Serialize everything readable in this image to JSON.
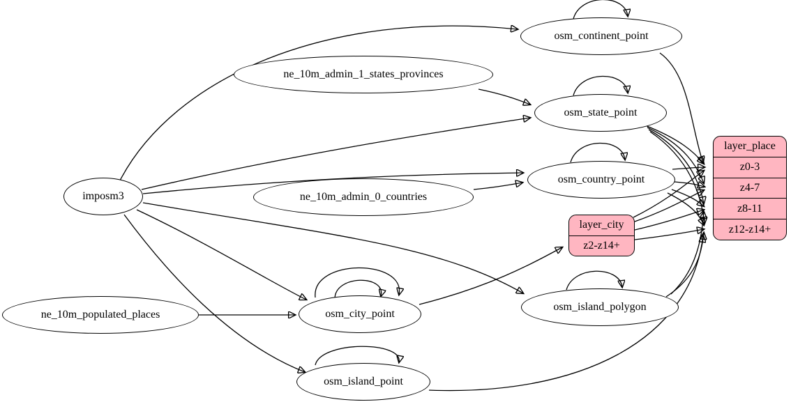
{
  "diagram": {
    "background": "#ffffff",
    "node_fill": "#ffffff",
    "node_stroke": "#000000",
    "record_fill": "#ffb6c1",
    "edge_color": "#000000"
  },
  "nodes": {
    "imposm3": {
      "label": "imposm3"
    },
    "ne_10m_admin_1_states_provinces": {
      "label": "ne_10m_admin_1_states_provinces"
    },
    "ne_10m_admin_0_countries": {
      "label": "ne_10m_admin_0_countries"
    },
    "ne_10m_populated_places": {
      "label": "ne_10m_populated_places"
    },
    "osm_continent_point": {
      "label": "osm_continent_point"
    },
    "osm_state_point": {
      "label": "osm_state_point"
    },
    "osm_country_point": {
      "label": "osm_country_point"
    },
    "osm_city_point": {
      "label": "osm_city_point"
    },
    "osm_island_polygon": {
      "label": "osm_island_polygon"
    },
    "osm_island_point": {
      "label": "osm_island_point"
    }
  },
  "records": {
    "layer_city": {
      "title": "layer_city",
      "rows": [
        "z2-z14+"
      ]
    },
    "layer_place": {
      "title": "layer_place",
      "rows": [
        "z0-3",
        "z4-7",
        "z8-11",
        "z12-z14+"
      ]
    }
  },
  "edges": [
    {
      "from": "imposm3",
      "to": "osm_continent_point"
    },
    {
      "from": "imposm3",
      "to": "osm_state_point"
    },
    {
      "from": "imposm3",
      "to": "osm_country_point"
    },
    {
      "from": "imposm3",
      "to": "osm_city_point"
    },
    {
      "from": "imposm3",
      "to": "osm_island_polygon"
    },
    {
      "from": "imposm3",
      "to": "osm_island_point"
    },
    {
      "from": "ne_10m_admin_1_states_provinces",
      "to": "osm_state_point"
    },
    {
      "from": "ne_10m_admin_0_countries",
      "to": "osm_country_point"
    },
    {
      "from": "ne_10m_populated_places",
      "to": "osm_city_point"
    },
    {
      "from": "osm_continent_point",
      "to": "osm_continent_point"
    },
    {
      "from": "osm_state_point",
      "to": "osm_state_point"
    },
    {
      "from": "osm_country_point",
      "to": "osm_country_point"
    },
    {
      "from": "osm_city_point",
      "to": "osm_city_point"
    },
    {
      "from": "osm_city_point",
      "to": "osm_city_point"
    },
    {
      "from": "osm_island_polygon",
      "to": "osm_island_polygon"
    },
    {
      "from": "osm_island_point",
      "to": "osm_island_point"
    },
    {
      "from": "osm_city_point",
      "to": "layer_city:z2-z14+"
    },
    {
      "from": "osm_continent_point",
      "to": "layer_place:z0-3"
    },
    {
      "from": "osm_state_point",
      "to": "layer_place:z0-3"
    },
    {
      "from": "osm_state_point",
      "to": "layer_place:z4-7"
    },
    {
      "from": "osm_state_point",
      "to": "layer_place:z8-11"
    },
    {
      "from": "osm_state_point",
      "to": "layer_place:z12-z14+"
    },
    {
      "from": "osm_country_point",
      "to": "layer_place:z0-3"
    },
    {
      "from": "osm_country_point",
      "to": "layer_place:z4-7"
    },
    {
      "from": "osm_country_point",
      "to": "layer_place:z8-11"
    },
    {
      "from": "osm_country_point",
      "to": "layer_place:z12-z14+"
    },
    {
      "from": "layer_city",
      "to": "layer_place:z0-3"
    },
    {
      "from": "layer_city",
      "to": "layer_place:z4-7"
    },
    {
      "from": "layer_city",
      "to": "layer_place:z8-11"
    },
    {
      "from": "layer_city",
      "to": "layer_place:z12-z14+"
    },
    {
      "from": "osm_island_polygon",
      "to": "layer_place:z8-11"
    },
    {
      "from": "osm_island_polygon",
      "to": "layer_place:z12-z14+"
    },
    {
      "from": "osm_island_point",
      "to": "layer_place:z12-z14+"
    }
  ]
}
